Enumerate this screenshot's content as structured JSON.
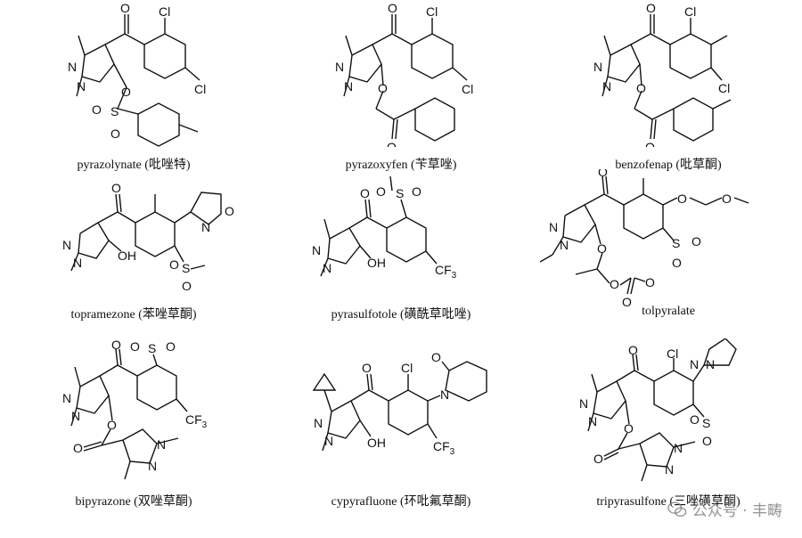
{
  "compounds": [
    {
      "caption": "pyrazolynate (吡唑特)"
    },
    {
      "caption": "pyrazoxyfen (苄草唑)"
    },
    {
      "caption": "benzofenap (吡草酮)"
    },
    {
      "caption": "topramezone (苯唑草酮)"
    },
    {
      "caption": "pyrasulfotole (磺酰草吡唑)"
    },
    {
      "caption": "tolpyralate"
    },
    {
      "caption": "bipyrazone (双唑草酮)"
    },
    {
      "caption": "cypyrafluone (环吡氟草酮)"
    },
    {
      "caption": "tripyrasulfone (三唑磺草酮)"
    }
  ],
  "atoms": {
    "N": "N",
    "O": "O",
    "S": "S",
    "Cl": "Cl",
    "OH": "OH",
    "CF": "CF",
    "three": "3"
  },
  "watermark": {
    "text": "公众号 · 丰畴",
    "icon": "wechat-icon"
  }
}
